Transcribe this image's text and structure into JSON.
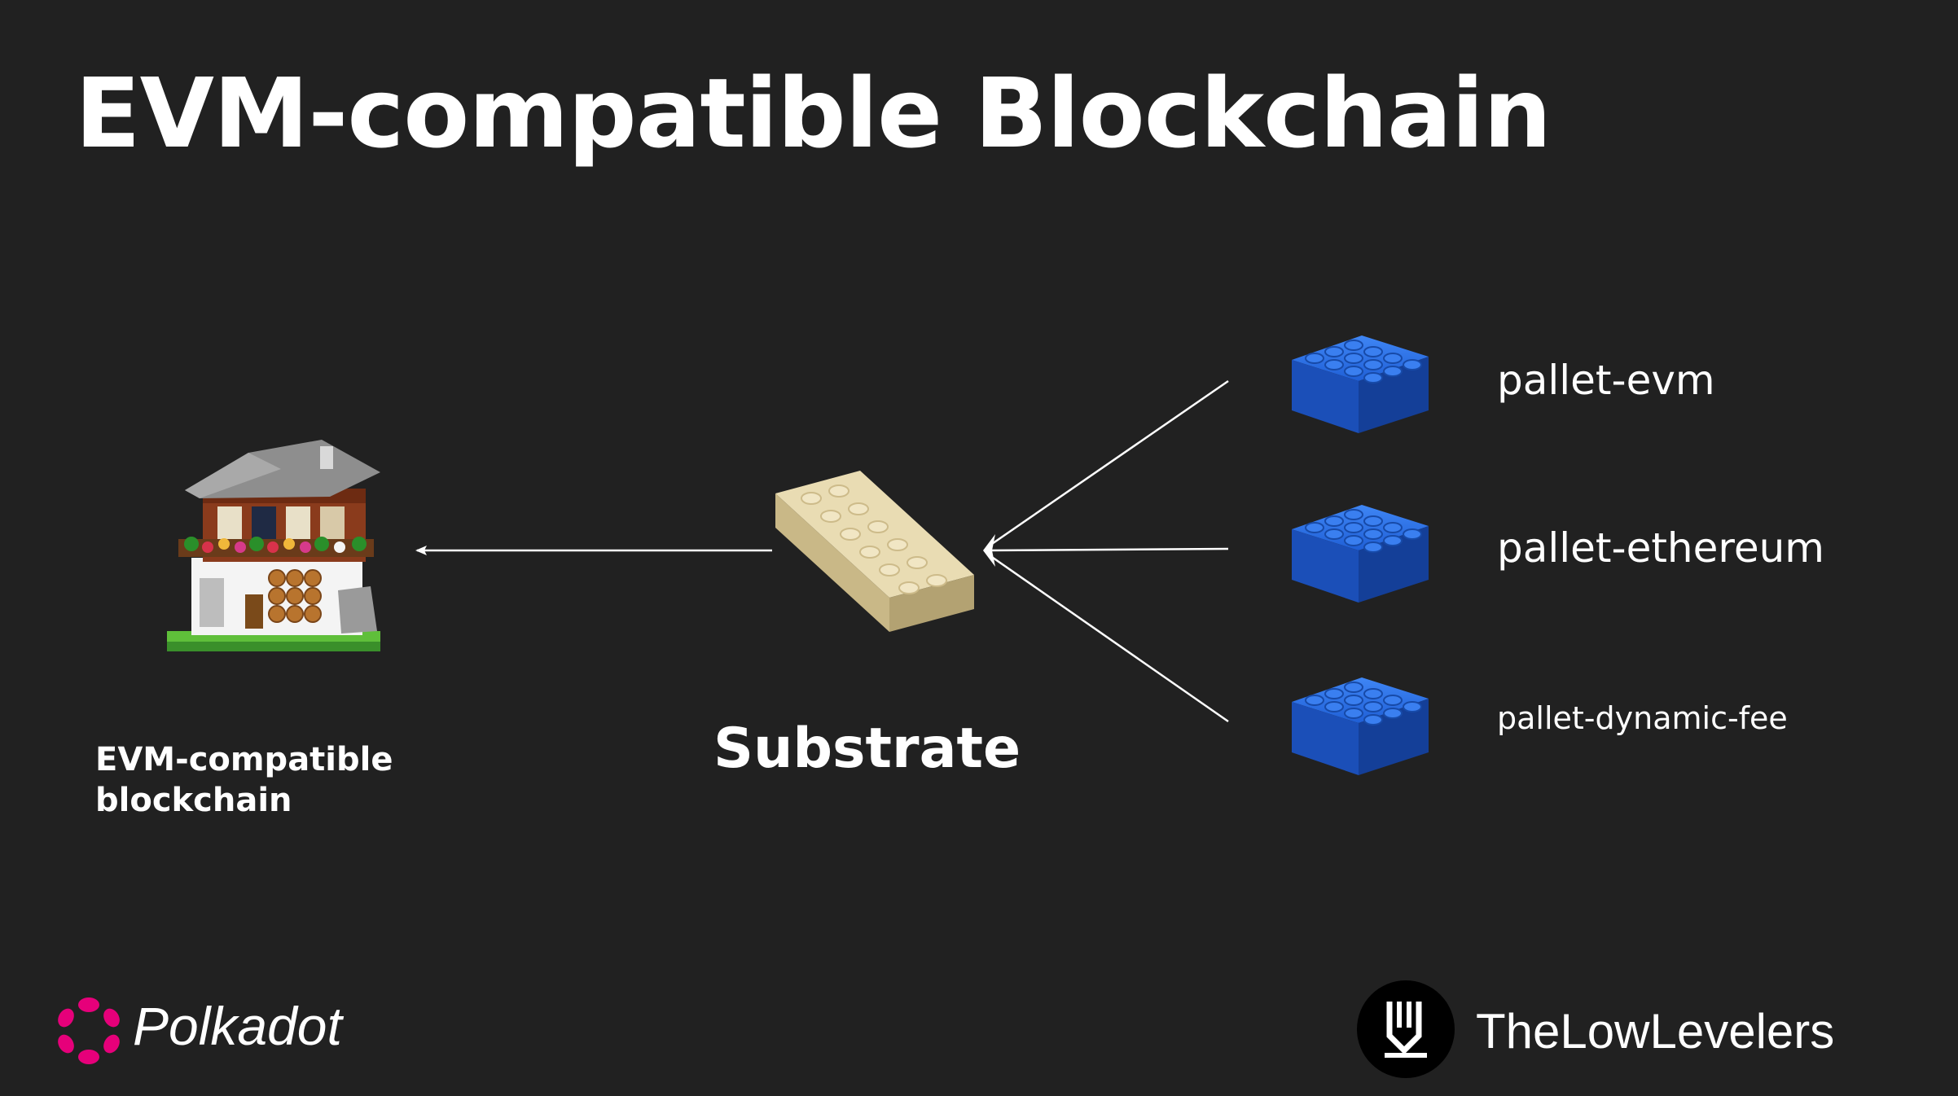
{
  "title": "EVM-compatible Blockchain",
  "house": {
    "label": "EVM-compatible blockchain",
    "icon": "lego-house-icon"
  },
  "substrate": {
    "label": "Substrate",
    "icon": "tan-lego-brick-icon",
    "color": "#e2d3a7"
  },
  "pallets": [
    {
      "label": "pallet-evm",
      "icon": "blue-lego-brick-icon"
    },
    {
      "label": "pallet-ethereum",
      "icon": "blue-lego-brick-icon"
    },
    {
      "label": "pallet-dynamic-fee",
      "icon": "blue-lego-brick-icon"
    }
  ],
  "footer": {
    "polkadot": {
      "text": "Polkadot",
      "icon": "polkadot-logo-icon",
      "color": "#e6007a"
    },
    "lowlevelers": {
      "text": "TheLowLevelers",
      "icon": "lowlevelers-logo-icon"
    }
  },
  "colors": {
    "background": "#212121",
    "text": "#ffffff",
    "brick_blue": "#1f5fd6"
  }
}
